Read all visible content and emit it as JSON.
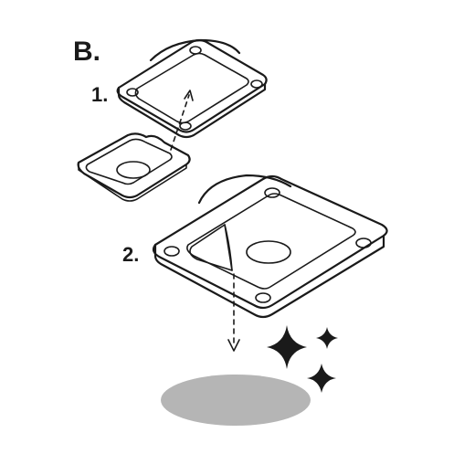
{
  "section_label": "B.",
  "steps": [
    {
      "label": "1."
    },
    {
      "label": "2."
    }
  ],
  "colors": {
    "line": "#1a1a1a",
    "pad_fill": "#b3b3b3",
    "pad_light": "#d7d7d7",
    "surface_spot": "#b5b5b5",
    "background": "#ffffff"
  },
  "icons": [
    "upward-dashed-arrow-icon",
    "downward-dashed-arrow-icon",
    "sparkle-icon"
  ]
}
